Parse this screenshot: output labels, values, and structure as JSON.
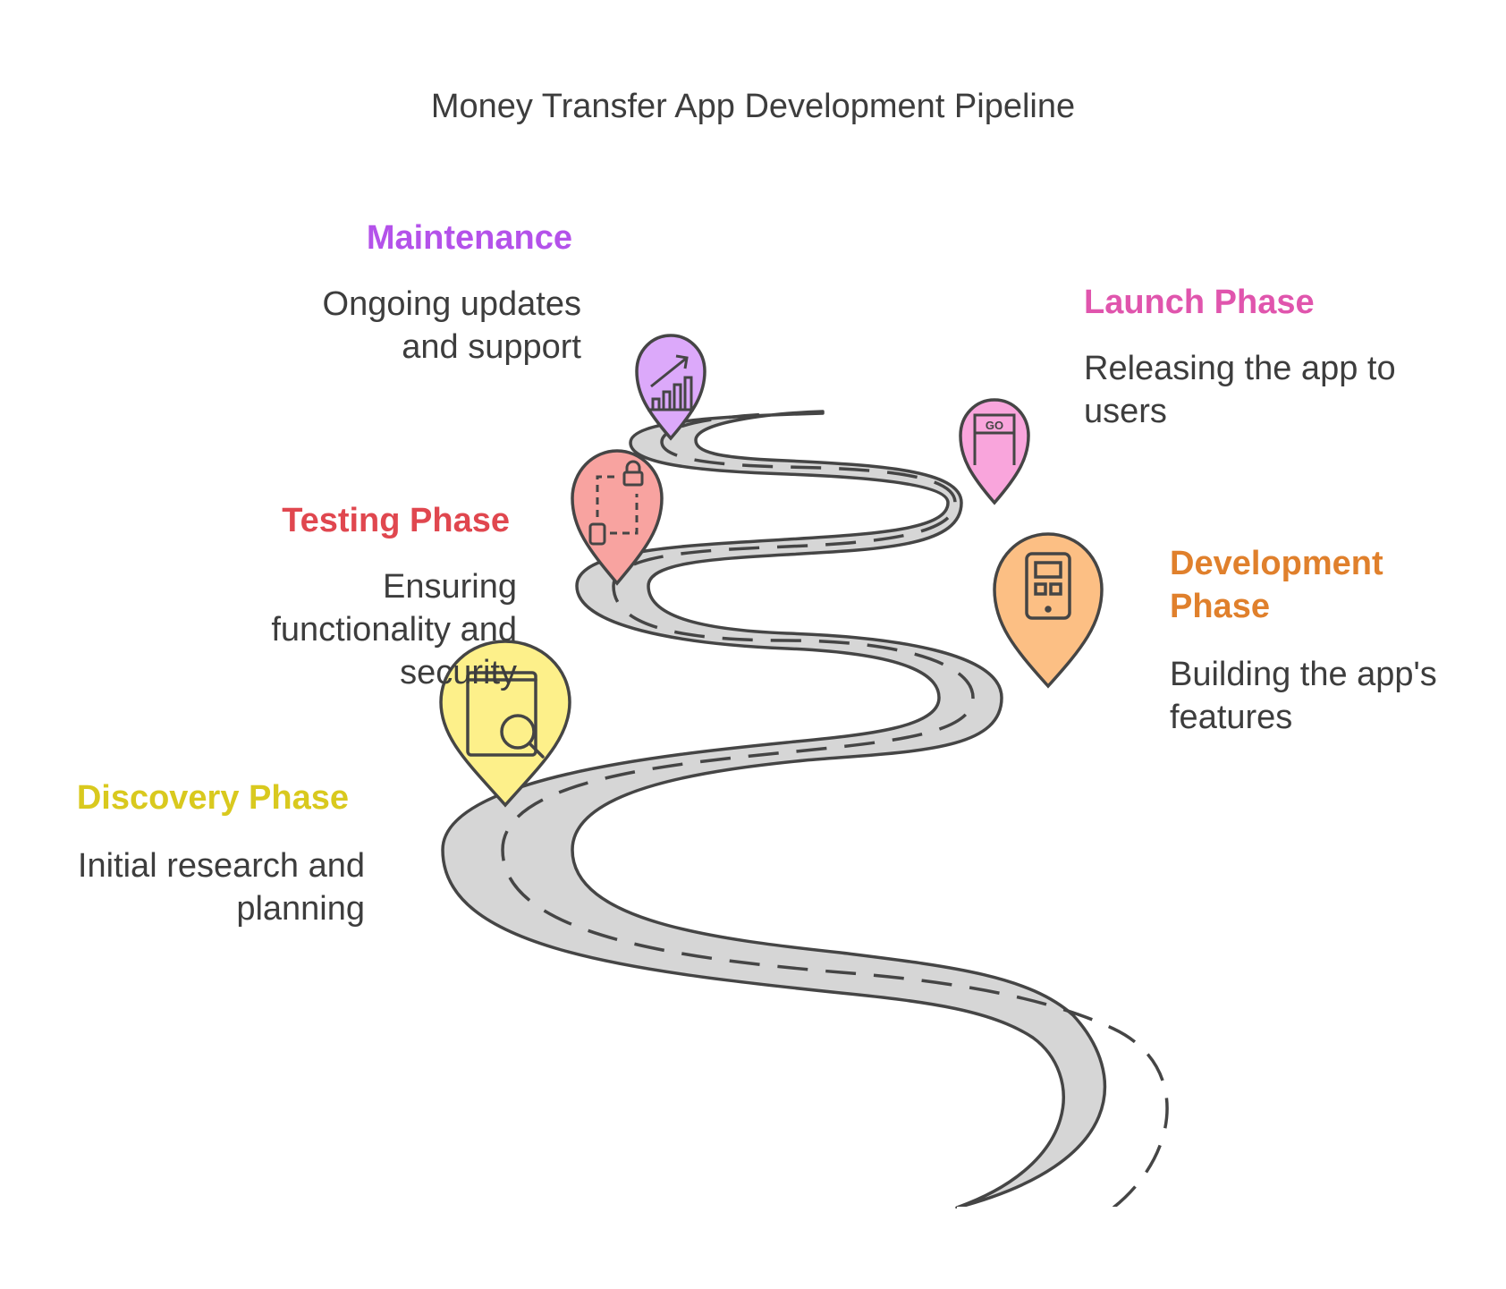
{
  "title": "Money Transfer App Development Pipeline",
  "phases": {
    "discovery": {
      "title": "Discovery Phase",
      "description": "Initial research and planning",
      "color": "#d9c91e",
      "pin_color": "#fdf08a",
      "icon": "book-search-icon"
    },
    "development": {
      "title": "Development Phase",
      "description": "Building the app's features",
      "color": "#e0802c",
      "pin_color": "#fcbf84",
      "icon": "mobile-app-icon"
    },
    "testing": {
      "title": "Testing Phase",
      "description": "Ensuring functionality and security",
      "color": "#e0474f",
      "pin_color": "#f8a3a0",
      "icon": "security-lock-icon"
    },
    "launch": {
      "title": "Launch Phase",
      "description": "Releasing the app to users",
      "color": "#e055ad",
      "pin_color": "#f9a5dc",
      "icon": "go-sign-icon"
    },
    "maintenance": {
      "title": "Maintenance",
      "description": "Ongoing updates and support",
      "color": "#b452ea",
      "pin_color": "#dca9fa",
      "icon": "growth-chart-icon"
    }
  },
  "colors": {
    "road": "#d6d6d6",
    "outline": "#454545"
  }
}
